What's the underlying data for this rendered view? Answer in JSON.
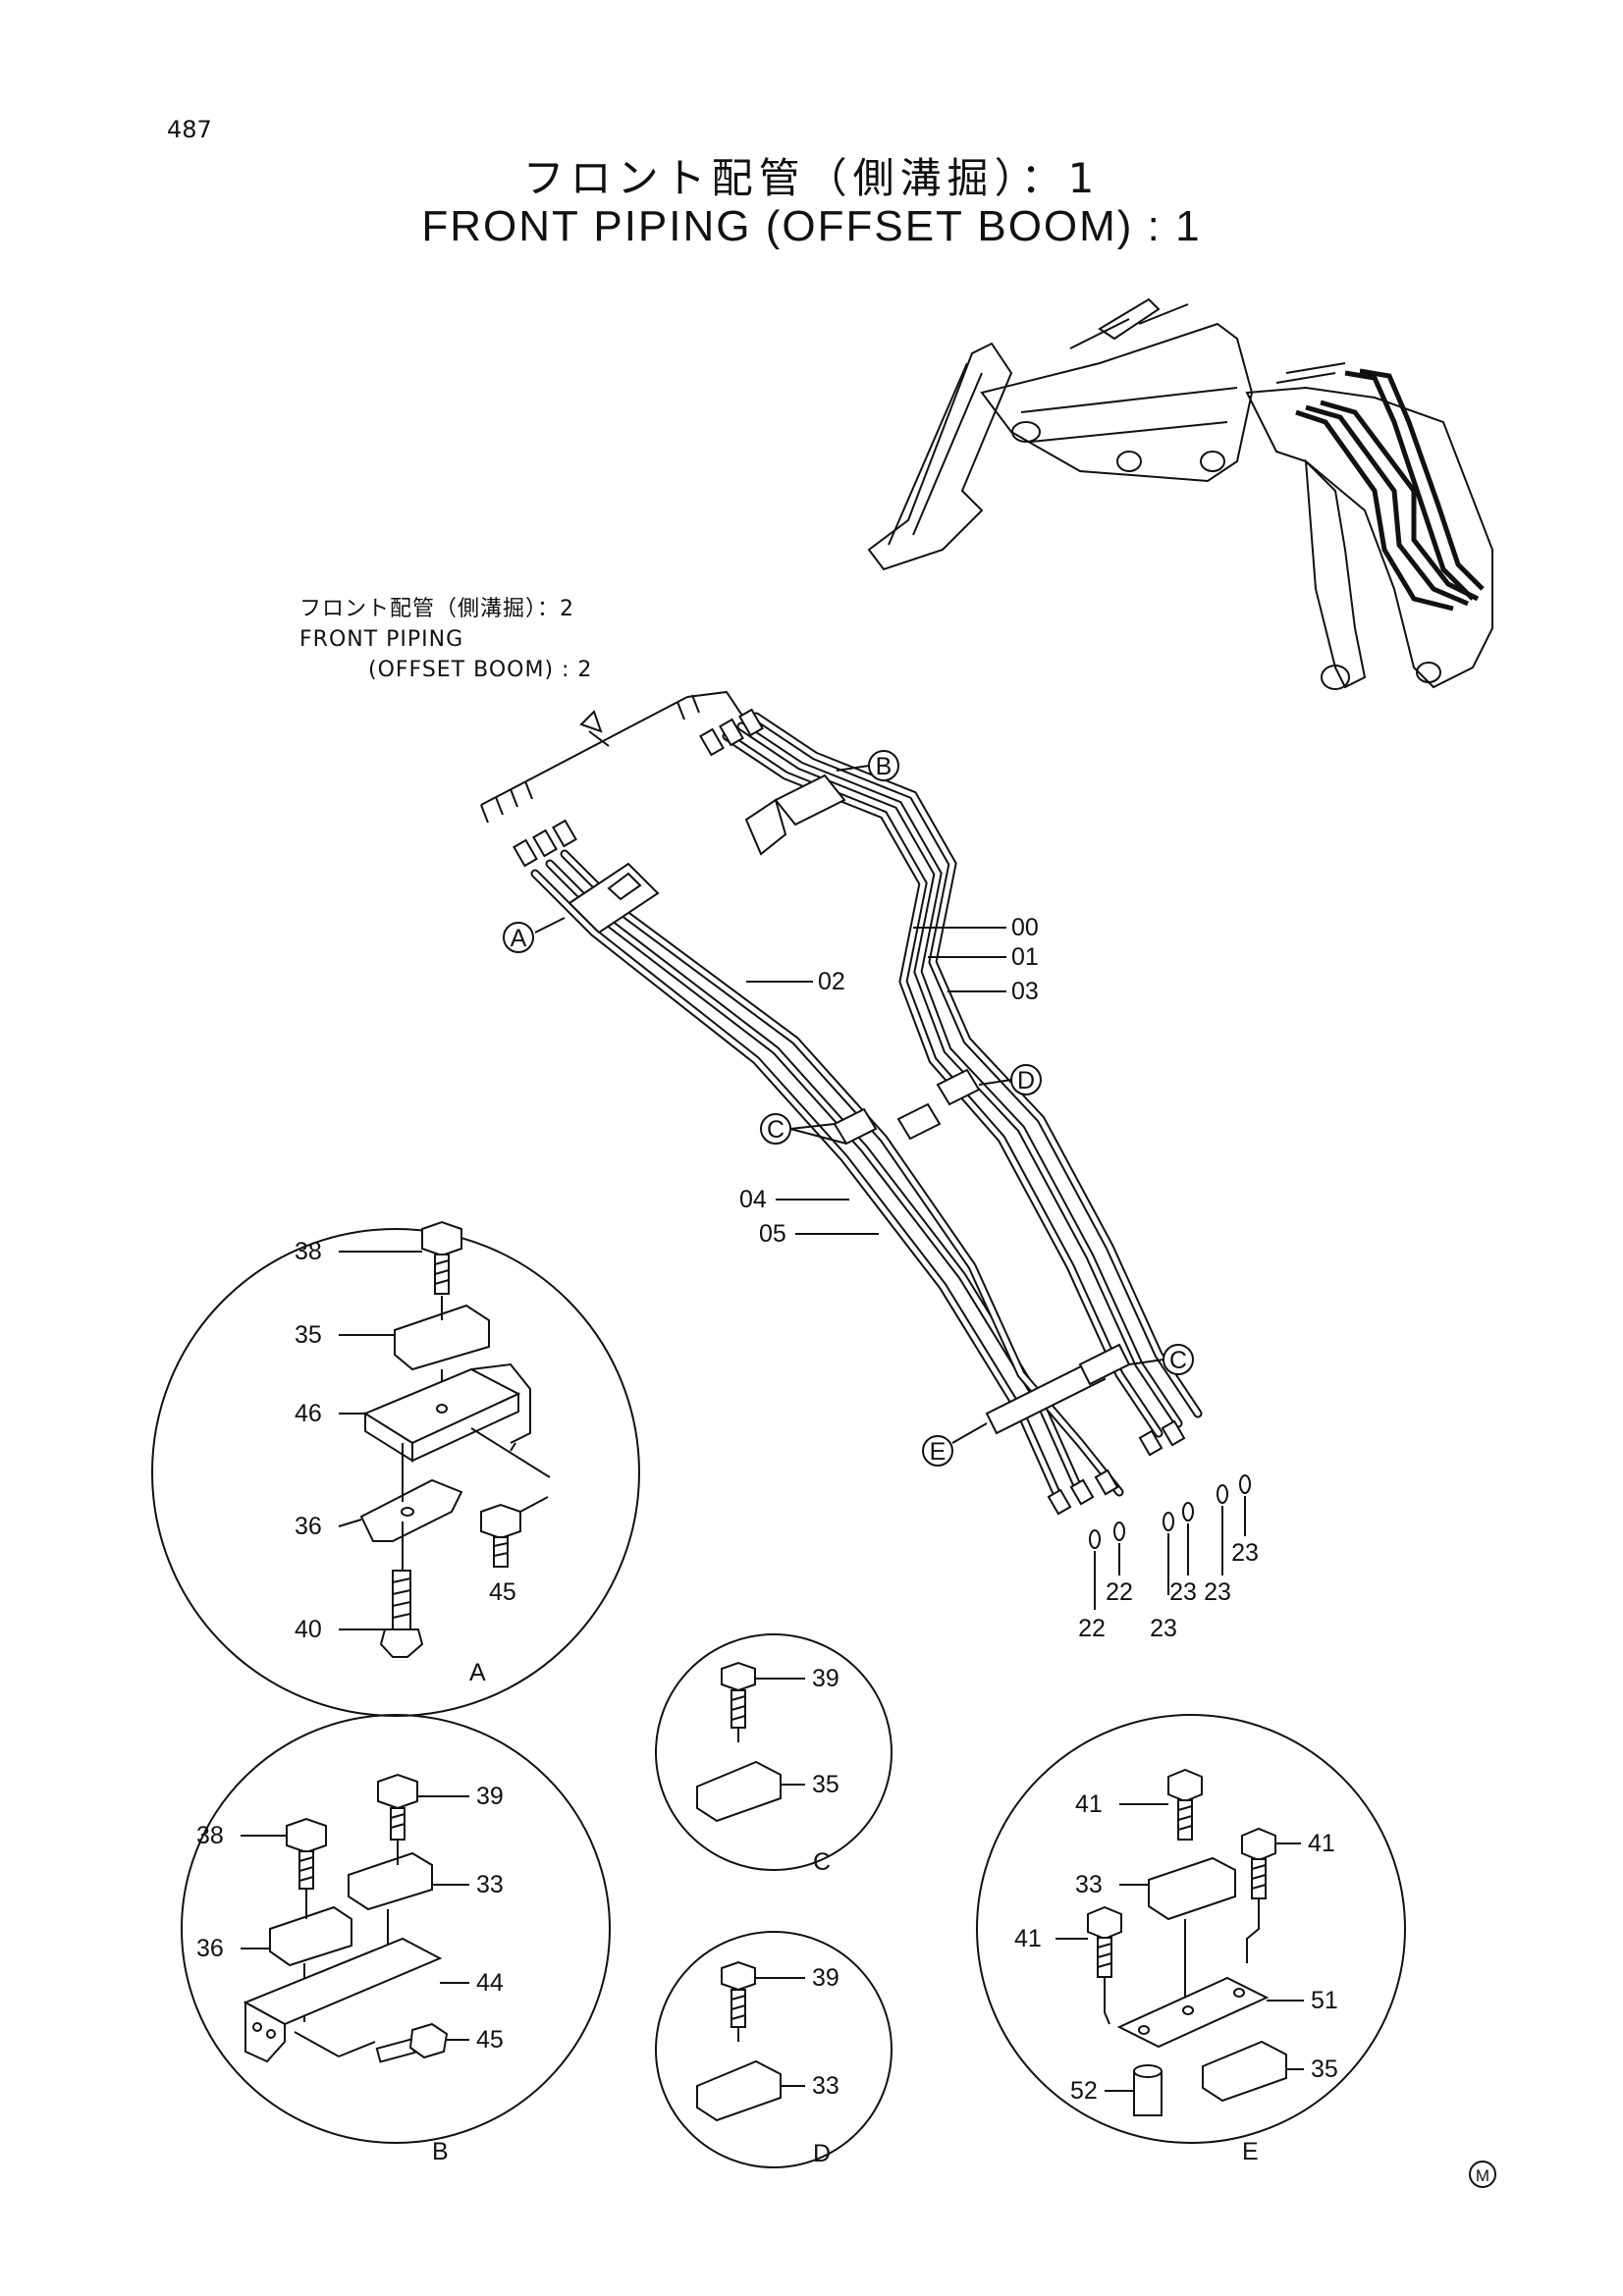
{
  "page_number": "487",
  "title": {
    "japanese": "フロント配管（側溝掘）：1",
    "english": "FRONT PIPING (OFFSET BOOM) : 1"
  },
  "reference_note": {
    "japanese": "フロント配管（側溝掘）：2",
    "english_line1": "FRONT PIPING",
    "english_line2": "(OFFSET BOOM) : 2"
  },
  "view_markers": [
    "A",
    "B",
    "C",
    "D",
    "E"
  ],
  "pipe_labels": [
    "00",
    "01",
    "02",
    "03",
    "04",
    "05"
  ],
  "seal_labels": [
    "22",
    "22",
    "23",
    "23",
    "23",
    "23"
  ],
  "detail_views": [
    {
      "name": "A",
      "callouts": [
        "38",
        "35",
        "46",
        "36",
        "40",
        "45"
      ]
    },
    {
      "name": "B",
      "callouts": [
        "39",
        "38",
        "33",
        "36",
        "44",
        "45"
      ]
    },
    {
      "name": "C",
      "callouts": [
        "39",
        "35"
      ]
    },
    {
      "name": "D",
      "callouts": [
        "39",
        "33"
      ]
    },
    {
      "name": "E",
      "callouts": [
        "41",
        "41",
        "33",
        "41",
        "51",
        "35",
        "52"
      ]
    }
  ],
  "maker_mark": "M"
}
